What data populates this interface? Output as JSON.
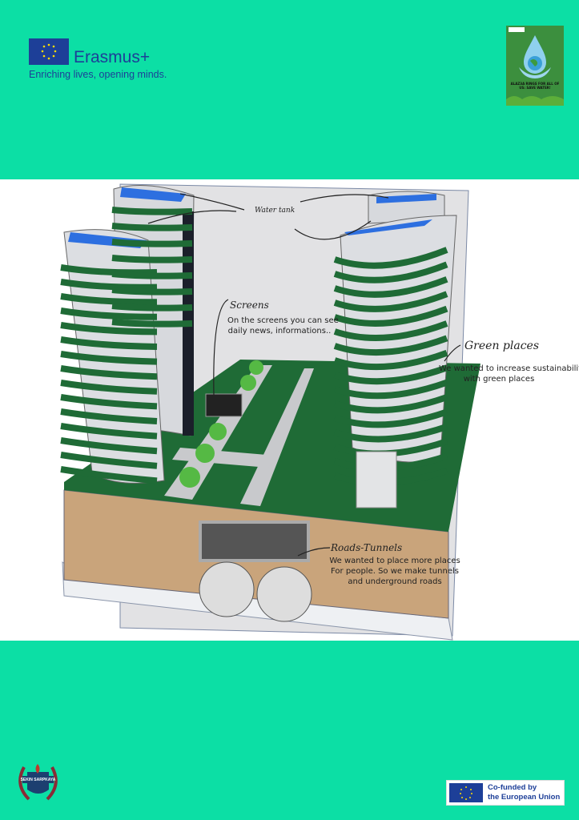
{
  "header": {
    "erasmus_name": "Erasmus+",
    "erasmus_tagline": "Enriching lives, opening minds.",
    "poster_caption": "ALAZ3A RINGS FOR ALL OF US: SAVE WATER!"
  },
  "scene": {
    "water_tank": "Water tank",
    "screens_title": "Screens",
    "screens_text_1": "On the screens you can see",
    "screens_text_2": "daily news, informations..",
    "green_title": "Green places",
    "green_text_1": "We wanted to increase sustainabilit",
    "green_text_2": "with green places",
    "roads_title": "Roads-Tunnels",
    "roads_text_1": "We wanted to place more places",
    "roads_text_2": "For people. So we make tunnels",
    "roads_text_3": "and underground roads"
  },
  "footer": {
    "school_logo_text": "SEKIN SARPKAYA",
    "cofund_line1": "Co-funded by",
    "cofund_line2": "the European Union"
  },
  "colors": {
    "background": "#0cdfa5",
    "eu_blue": "#1d3f98",
    "green": "#1f6b36"
  }
}
